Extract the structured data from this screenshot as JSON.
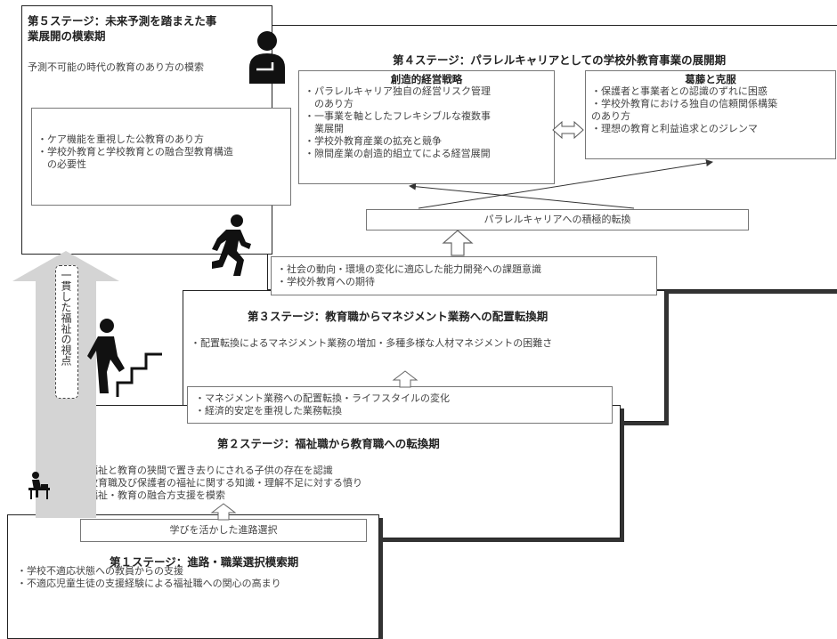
{
  "stage1": {
    "title": "第１ステージ：進路・職業選択模索期",
    "items": "・学校不適応状態への教員からの支援\n・不適応児童生徒の支援経験による福祉職への関心の高まり"
  },
  "trigger1": "学びを活かした進路選択",
  "stage2": {
    "title": "第２ステージ：福祉職から教育職への転換期",
    "items": "・福祉と教育の狭間で置き去りにされる子供の存在を認識\n・教育職及び保護者の福祉に関する知識・理解不足に対する憤り\n・福祉・教育の融合方支援を模索"
  },
  "trigger2": "・マネジメント業務への配置転換・ライフスタイルの変化\n・経済的安定を重視した業務転換",
  "stage3": {
    "title": "第３ステージ：教育職からマネジメント業務への配置転換期",
    "items": "・配置転換によるマネジメント業務の増加・多種多様な人材マネジメントの困難さ"
  },
  "trigger3": "・社会の動向・環境の変化に適応した能力開発への課題意識\n・学校外教育への期待",
  "trigger4": "パラレルキャリアへの積極的転換",
  "stage4": {
    "title": "第４ステージ：パラレルキャリアとしての学校外教育事業の展開期",
    "strategy_title": "創造的経営戦略",
    "strategy_items": "・パラレルキャリア独自の経営リスク管理\n　のあり方\n・一事業を軸としたフレキシブルな複数事\n　業展開\n・学校外教育産業の拡充と競争\n・隙間産業の創造的組立てによる経営展開",
    "conflict_title": "葛藤と克服",
    "conflict_items": "・保護者と事業者との認識のずれに困惑\n・学校外教育における独自の信頼関係構築\nのあり方\n・理想の教育と利益追求とのジレンマ"
  },
  "stage5": {
    "title": "第５ステージ：未来予測を踏まえた事\n業展開の模索期",
    "subtitle": "予測不可能の時代の教育のあり方の模索",
    "items": "・ケア機能を重視した公教育のあり方\n・学校外教育と学校教育との融合型教育構造\n　の必要性"
  },
  "side_label": "一貫した福祉の視点",
  "icons": [
    "student-at-desk",
    "person-climbing-stairs",
    "person-running",
    "person-thinking"
  ]
}
